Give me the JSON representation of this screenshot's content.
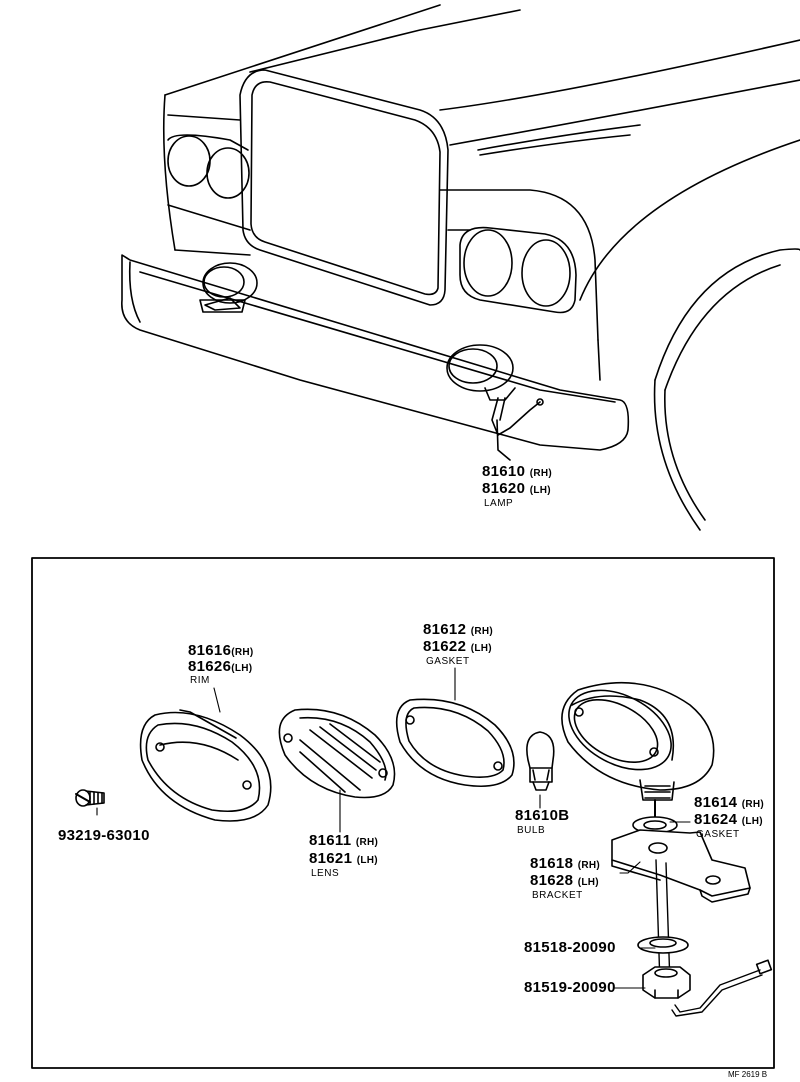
{
  "callouts": {
    "lamp": {
      "part1": "81610",
      "side1": "(RH)",
      "part2": "81620",
      "side2": "(LH)",
      "name": "LAMP"
    },
    "rim": {
      "part1": "81616",
      "side1": "(RH)",
      "part2": "81626",
      "side2": "(LH)",
      "name": "RIM"
    },
    "gasket_lens": {
      "part1": "81612",
      "side1": "(RH)",
      "part2": "81622",
      "side2": "(LH)",
      "name": "GASKET"
    },
    "lens": {
      "part1": "81611",
      "side1": "(RH)",
      "part2": "81621",
      "side2": "(LH)",
      "name": "LENS"
    },
    "bulb": {
      "part1": "81610B",
      "name": "BULB"
    },
    "gasket_base": {
      "part1": "81614",
      "side1": "(RH)",
      "part2": "81624",
      "side2": "(LH)",
      "name": "GASKET"
    },
    "bracket": {
      "part1": "81618",
      "side1": "(RH)",
      "part2": "81628",
      "side2": "(LH)",
      "name": "BRACKET"
    },
    "screw": {
      "part1": "93219-63010"
    },
    "washer": {
      "part1": "81518-20090"
    },
    "nut": {
      "part1": "81519-20090"
    }
  },
  "reference_code": "MF 2619 B"
}
